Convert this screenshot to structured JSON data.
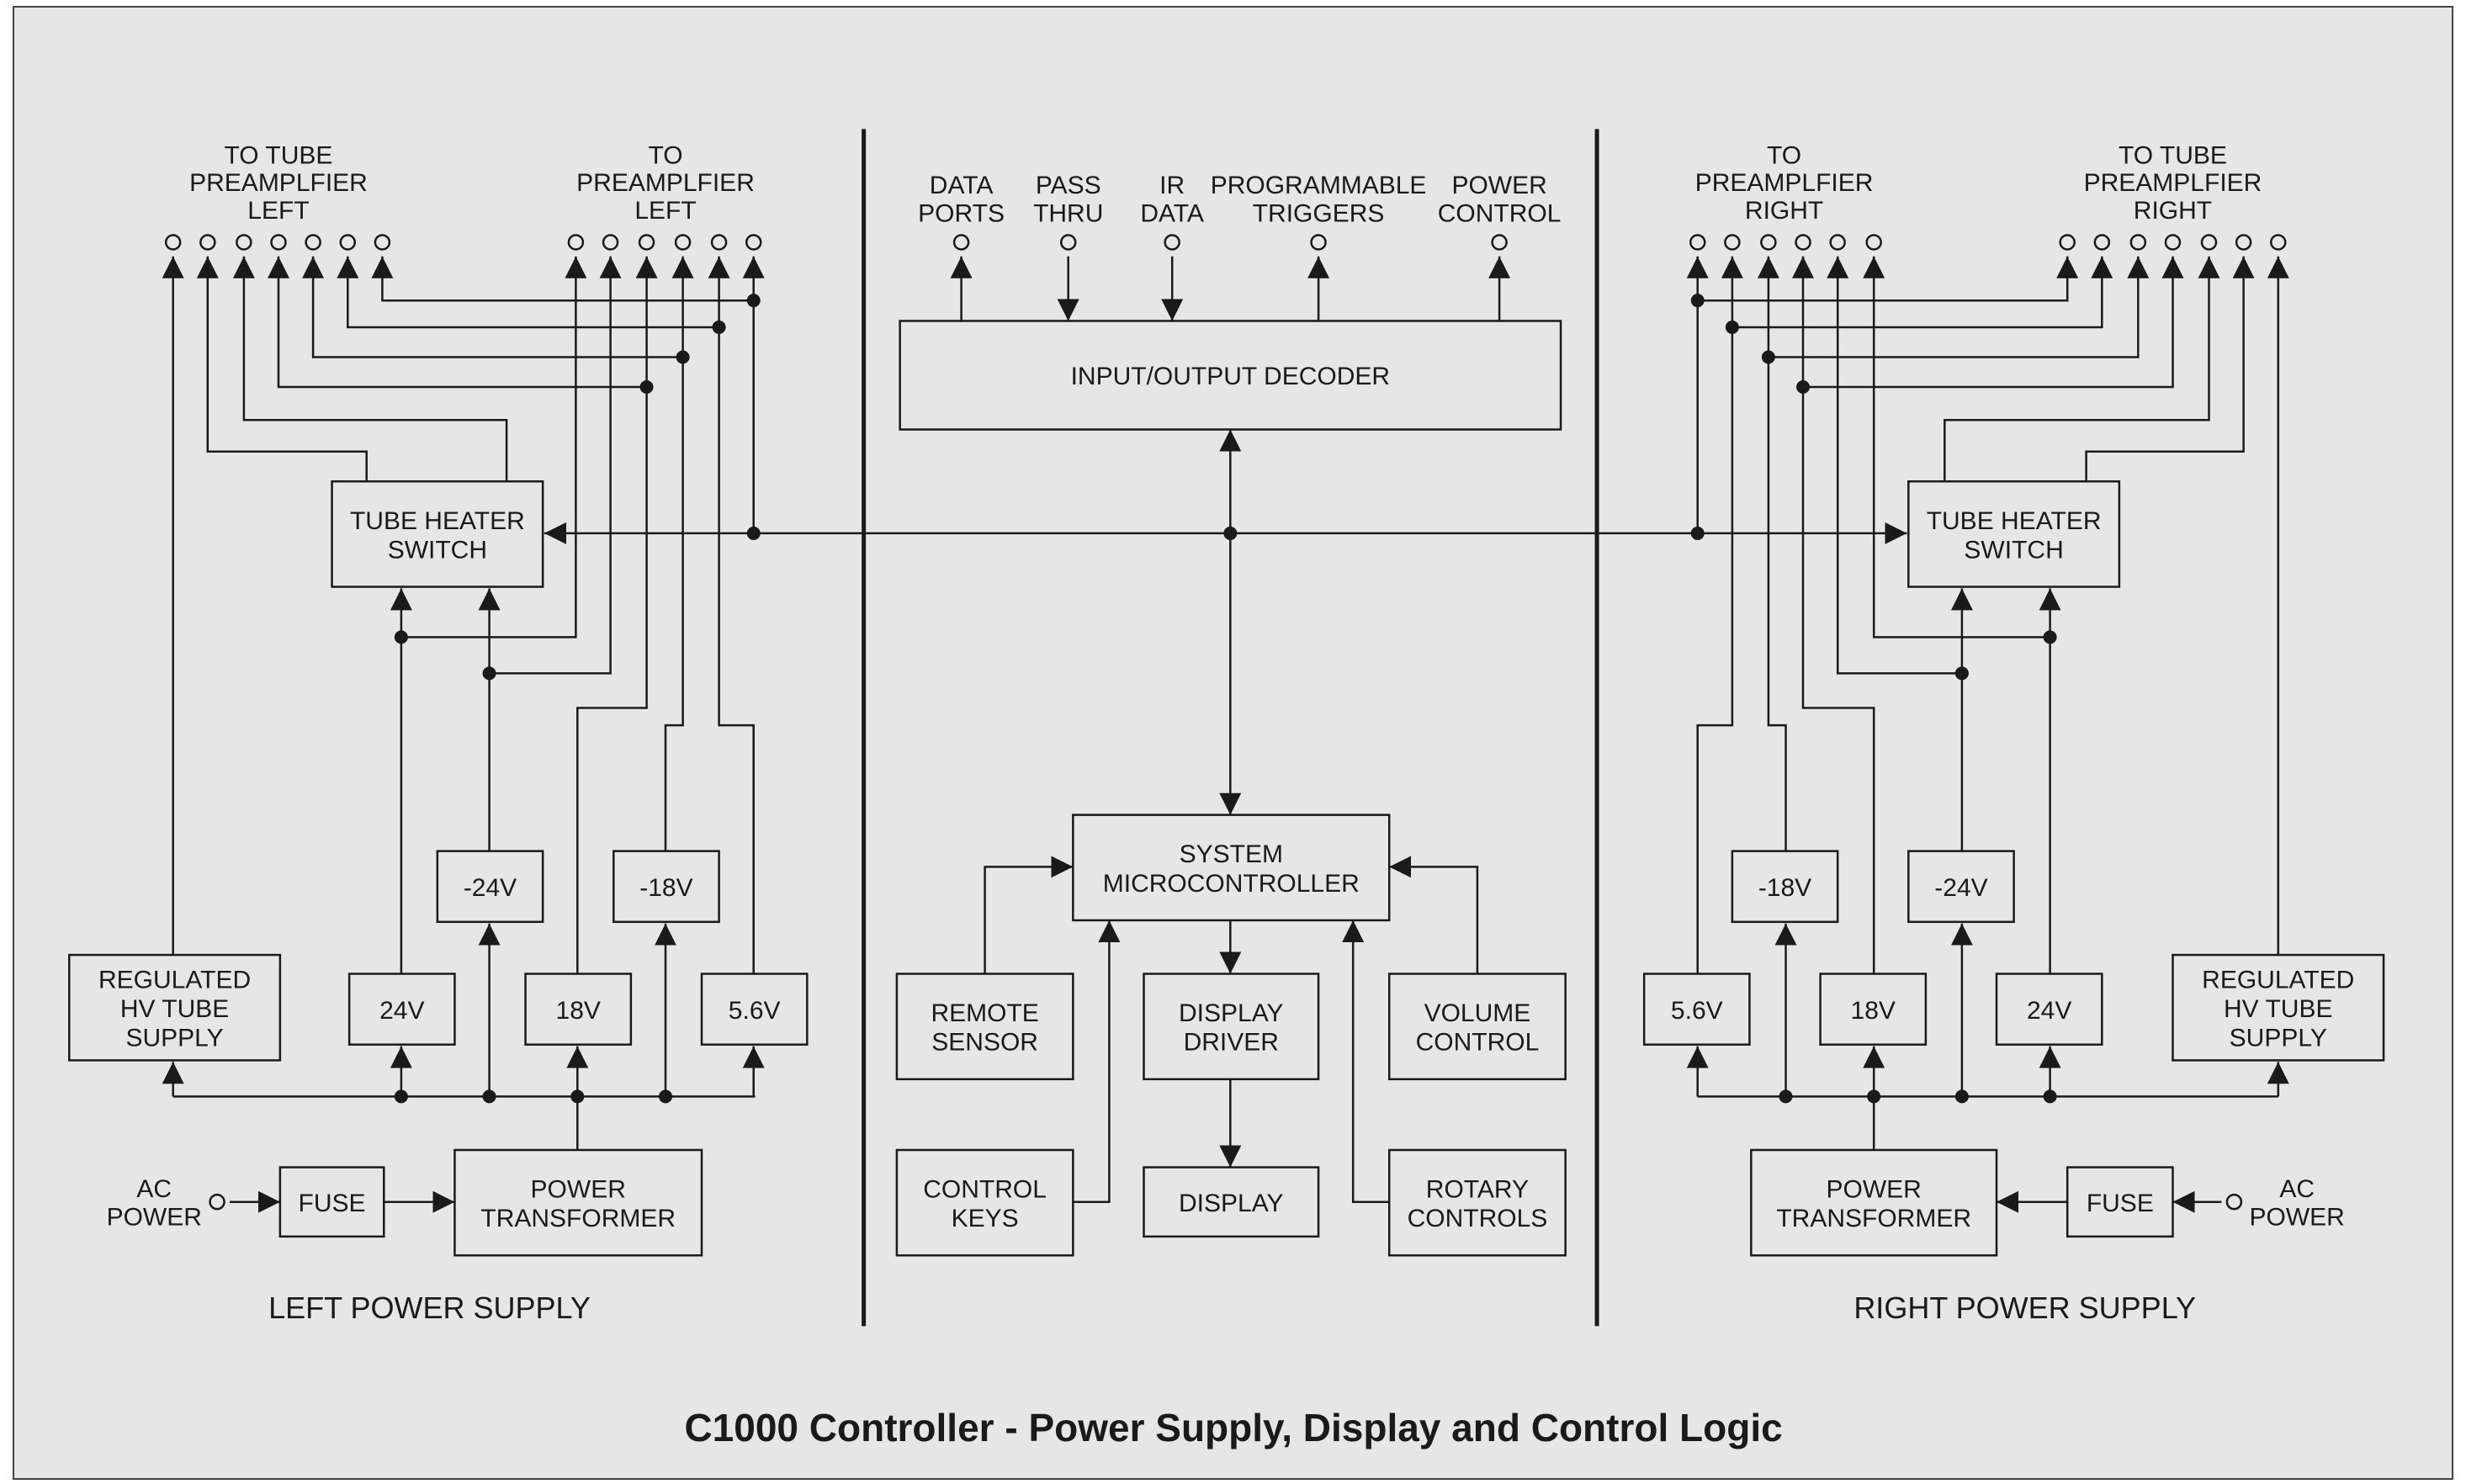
{
  "title": "C1000 Controller - Power Supply, Display and Control Logic",
  "colors": {
    "background": "#e6e6e6",
    "line": "#1a1a1a"
  },
  "sections": {
    "left": "LEFT POWER SUPPLY",
    "right": "RIGHT POWER SUPPLY"
  },
  "left": {
    "to_tube_preamp": [
      "TO TUBE",
      "PREAMPLFIER",
      "LEFT"
    ],
    "to_preamp": [
      "TO",
      "PREAMPLFIER",
      "LEFT"
    ],
    "tube_heater_switch": [
      "TUBE HEATER",
      "SWITCH"
    ],
    "regulated_hv": [
      "REGULATED",
      "HV TUBE",
      "SUPPLY"
    ],
    "v24": "24V",
    "vneg24": "-24V",
    "v18": "18V",
    "vneg18": "-18V",
    "v56": "5.6V",
    "ac_power": [
      "AC",
      "POWER"
    ],
    "fuse": "FUSE",
    "power_transformer": [
      "POWER",
      "TRANSFORMER"
    ]
  },
  "right": {
    "to_preamp": [
      "TO",
      "PREAMPLFIER",
      "RIGHT"
    ],
    "to_tube_preamp": [
      "TO TUBE",
      "PREAMPLFIER",
      "RIGHT"
    ],
    "tube_heater_switch": [
      "TUBE HEATER",
      "SWITCH"
    ],
    "regulated_hv": [
      "REGULATED",
      "HV TUBE",
      "SUPPLY"
    ],
    "v24": "24V",
    "vneg24": "-24V",
    "v18": "18V",
    "vneg18": "-18V",
    "v56": "5.6V",
    "ac_power": [
      "AC",
      "POWER"
    ],
    "fuse": "FUSE",
    "power_transformer": [
      "POWER",
      "TRANSFORMER"
    ]
  },
  "center": {
    "ports": [
      [
        "DATA",
        "PORTS"
      ],
      [
        "PASS",
        "THRU"
      ],
      [
        "IR",
        "DATA"
      ],
      [
        "PROGRAMMABLE",
        "TRIGGERS"
      ],
      [
        "POWER",
        "CONTROL"
      ]
    ],
    "io_decoder": "INPUT/OUTPUT DECODER",
    "system_microcontroller": [
      "SYSTEM",
      "MICROCONTROLLER"
    ],
    "remote_sensor": [
      "REMOTE",
      "SENSOR"
    ],
    "display_driver": [
      "DISPLAY",
      "DRIVER"
    ],
    "volume_control": [
      "VOLUME",
      "CONTROL"
    ],
    "control_keys": [
      "CONTROL",
      "KEYS"
    ],
    "display": "DISPLAY",
    "rotary_controls": [
      "ROTARY",
      "CONTROLS"
    ]
  }
}
